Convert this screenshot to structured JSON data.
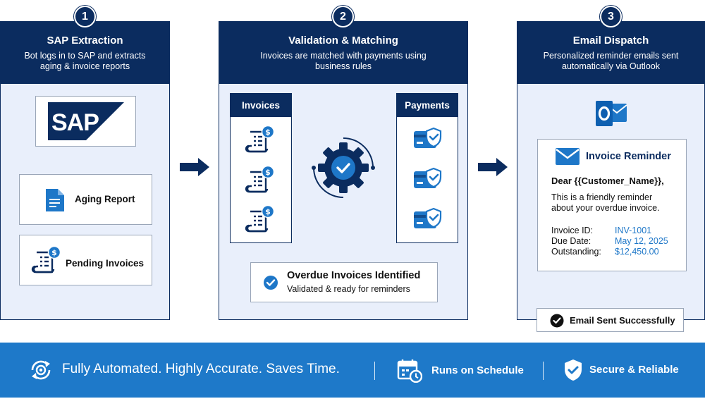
{
  "steps": [
    {
      "number": "1",
      "title": "SAP Extraction",
      "description": "Bot logs in to SAP and extracts aging & invoice reports",
      "logo_text": "SAP",
      "logo_mark": "®",
      "items": [
        {
          "label": "Aging Report",
          "icon": "document-icon"
        },
        {
          "label": "Pending Invoices",
          "icon": "invoice-dollar-icon"
        }
      ]
    },
    {
      "number": "2",
      "title": "Validation & Matching",
      "description": "Invoices are matched with payments using business rules",
      "left_column": {
        "header": "Invoices",
        "icon": "invoice-dollar-icon"
      },
      "right_column": {
        "header": "Payments",
        "icon": "card-shield-icon"
      },
      "center_icon": "gear-check-icon",
      "result": {
        "title": "Overdue Invoices Identified",
        "subtitle": "Validated & ready for reminders",
        "icon": "check-circle-icon"
      }
    },
    {
      "number": "3",
      "title": "Email Dispatch",
      "description": "Personalized reminder emails sent automatically via Outlook",
      "app_icon": "outlook-icon",
      "email": {
        "title": "Invoice Reminder",
        "greeting": "Dear {{Customer_Name}},",
        "body_line1": "This is a friendly reminder",
        "body_line2": "about your overdue invoice.",
        "fields": [
          {
            "label": "Invoice ID:",
            "value": "INV-1001"
          },
          {
            "label": "Due Date:",
            "value": "May 12, 2025"
          },
          {
            "label": "Outstanding:",
            "value": "$12,450.00"
          }
        ]
      },
      "status": "Email Sent Successfully"
    }
  ],
  "footer": {
    "tagline": "Fully Automated. Highly Accurate. Saves Time.",
    "schedule": "Runs on Schedule",
    "secure": "Secure & Reliable"
  },
  "colors": {
    "navy": "#0b2c5f",
    "blue": "#1e79c9",
    "panel_bg": "#e9effb",
    "icon_blue": "#1e77c8"
  }
}
